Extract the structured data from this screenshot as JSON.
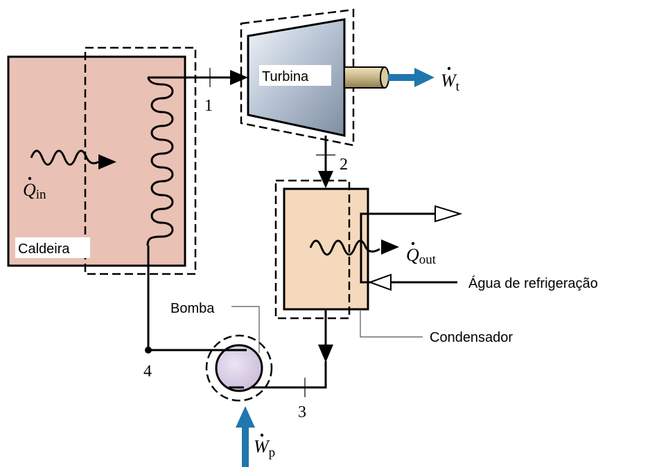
{
  "labels": {
    "turbine": "Turbina",
    "boiler": "Caldeira",
    "pump": "Bomba",
    "condenser": "Condensador",
    "cooling_water": "Água de refrigeração"
  },
  "states": {
    "s1": "1",
    "s2": "2",
    "s3": "3",
    "s4": "4"
  },
  "symbols": {
    "q_in": {
      "base": "Q",
      "sub": "in"
    },
    "q_out": {
      "base": "Q",
      "sub": "out"
    },
    "w_t": {
      "base": "W",
      "sub": "t"
    },
    "w_p": {
      "base": "W",
      "sub": "p"
    }
  },
  "colors": {
    "boiler_fill": "#e9c1b5",
    "condenser_fill": "#f5d9bc",
    "pump_fill": "#d9cde3",
    "turbine_light": "#e6ecf3",
    "turbine_dark": "#7e8ea2",
    "work_arrow": "#2077ad",
    "shaft": "#c7b586",
    "line": "#000000"
  }
}
